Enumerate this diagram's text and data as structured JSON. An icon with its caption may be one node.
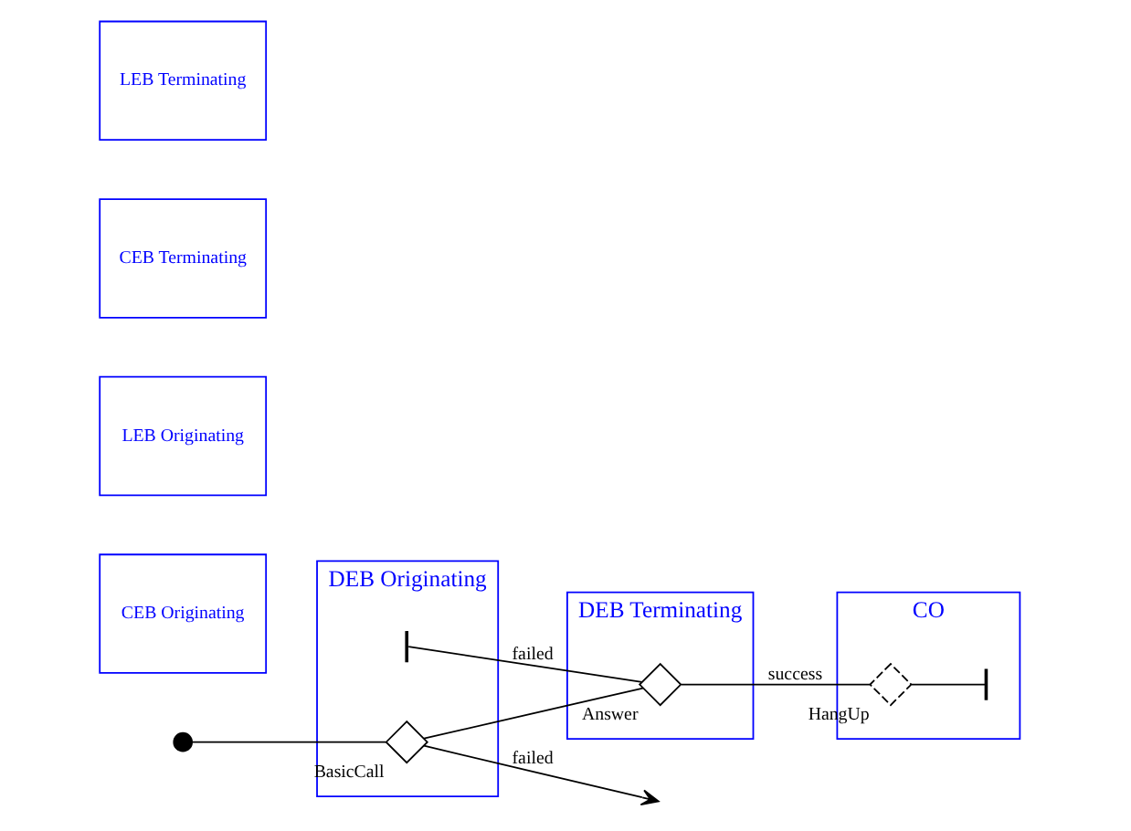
{
  "diagram": {
    "nodes": [
      {
        "text": [
          "DEB Originating"
        ]
      },
      {
        "text": [
          "CEB Originating"
        ]
      },
      {
        "text": [
          "LEB Originating"
        ]
      },
      {
        "text": [
          "CO"
        ]
      },
      {
        "text": [
          "DEB Terminating"
        ]
      },
      {
        "text": [
          "CEB Terminating"
        ]
      },
      {
        "text": [
          "LEB Terminating"
        ]
      },
      {
        "text": [],
        "shape": "circle"
      },
      {
        "text": [],
        "shape": "diamond",
        "beside": [
          "BasicCall"
        ],
        "in": 0
      },
      {
        "text": [],
        "shape": "bar",
        "in": 0
      },
      {
        "text": [],
        "shape": "diamond",
        "beside": [
          "HangUp"
        ],
        "in": 3
      },
      {
        "text": [],
        "shape": "bar",
        "in": 3
      },
      {
        "text": [],
        "shape": "diamond",
        "beside": [
          "Answer"
        ],
        "in": 4
      }
    ],
    "edges": [
      {
        "from": 7,
        "to": 8,
        "arrow": "none"
      },
      {
        "from": 8,
        "to": null,
        "arrow": "to",
        "label": "failed"
      },
      {
        "from": 8,
        "to": 12,
        "arrow": "none"
      },
      {
        "from": 12,
        "to": 9,
        "arrow": "none",
        "label": "failed"
      },
      {
        "from": 12,
        "to": 10,
        "arrow": "none",
        "label": "success"
      },
      {
        "from": 10,
        "to": 11,
        "arrow": "none"
      }
    ]
  }
}
